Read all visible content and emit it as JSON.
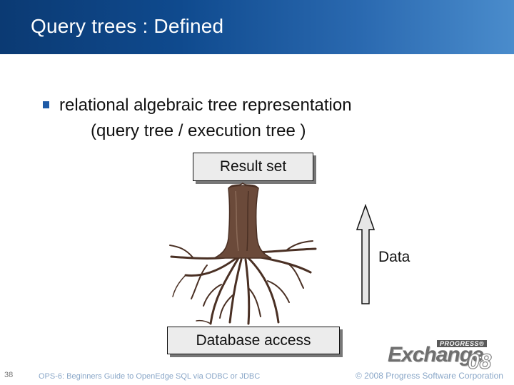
{
  "header": {
    "title": "Query trees : Defined"
  },
  "bullet": {
    "line1": "relational algebraic tree representation",
    "line2": "(query tree / execution tree )"
  },
  "diagram": {
    "top_box": "Result set",
    "bottom_box": "Database access",
    "arrow_label": "Data"
  },
  "footer": {
    "slide_number": "38",
    "session": "OPS-6: Beginners Guide to OpenEdge SQL via ODBC or JDBC",
    "copyright": "© 2008 Progress Software Corporation"
  },
  "logo": {
    "brand": "PROGRESS®",
    "name": "Exchange",
    "year": "08"
  },
  "colors": {
    "header": "#0f4a8e",
    "bullet": "#1e5aa6",
    "tree_bark": "#6b4a3a",
    "footer_text": "#8aa7c8"
  }
}
